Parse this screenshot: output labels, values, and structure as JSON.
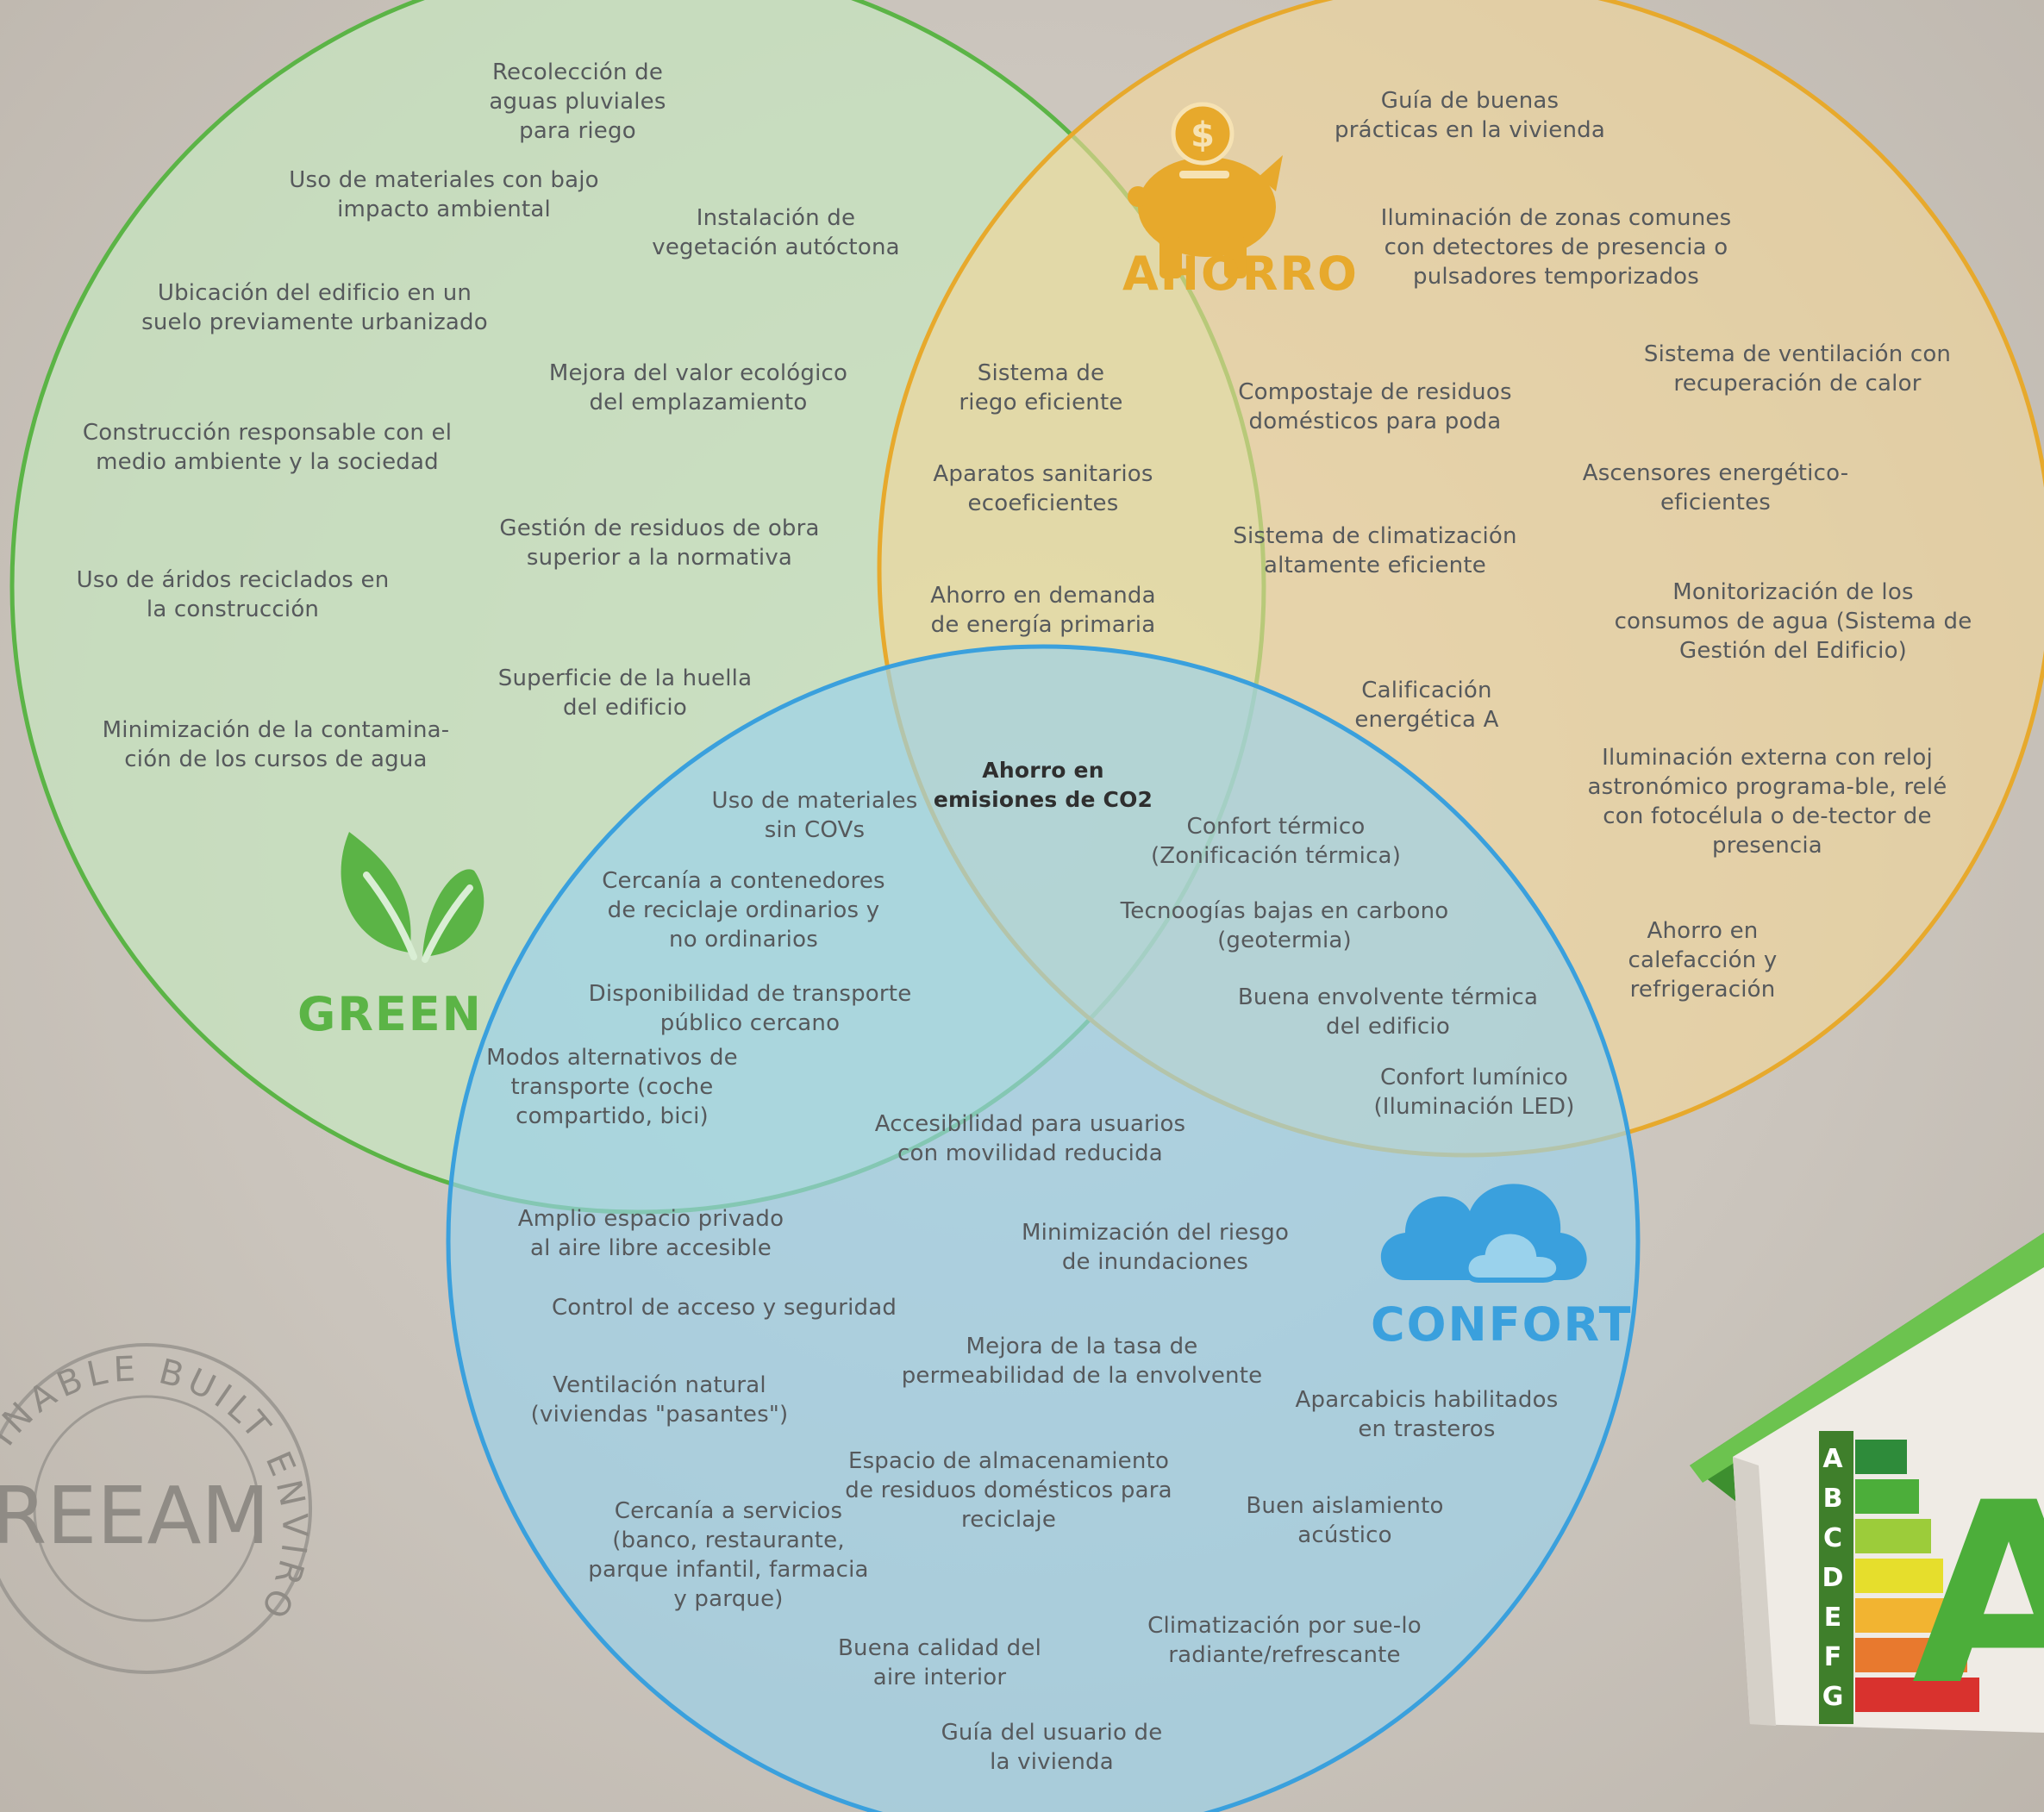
{
  "colors": {
    "green": "#5bb446",
    "ahorro": "#e7a92c",
    "confort": "#3aa0dd",
    "background": "#cbc5bd"
  },
  "categories": {
    "green": "GREEN",
    "ahorro": "AHORRO",
    "confort": "CONFORT"
  },
  "icons": {
    "green": "leaf-icon",
    "ahorro": "piggy-bank-icon",
    "confort": "cloud-icon",
    "breeam": "breeam-seal",
    "energy": "energy-rating-house-icon"
  },
  "breeam": {
    "ring": "INABLE BUILT ENVIRONMENT",
    "name": "BREEAM"
  },
  "energy_label": {
    "letters": [
      "A",
      "B",
      "C",
      "D",
      "E",
      "F",
      "G"
    ],
    "big": "A"
  },
  "green_only": [
    "Recolección de aguas pluviales para riego",
    "Uso de materiales con bajo impacto ambiental",
    "Instalación de vegetación autóctona",
    "Ubicación del edificio en un suelo previamente urbanizado",
    "Mejora del valor ecológico del emplazamiento",
    "Construcción responsable con el medio ambiente y la sociedad",
    "Gestión de residuos de obra superior a la normativa",
    "Uso de áridos reciclados en la construcción",
    "Superficie de la huella del edificio",
    "Minimización de la contamina-ción de los cursos de agua"
  ],
  "green_ahorro": [
    "Sistema de riego eficiente",
    "Aparatos sanitarios ecoeficientes",
    "Ahorro en demanda de energía primaria"
  ],
  "ahorro_only": [
    "Guía de buenas prácticas en la vivienda",
    "Iluminación de zonas comunes con detectores de presencia o pulsadores temporizados",
    "Sistema de ventilación con recuperación de calor",
    "Compostaje de residuos domésticos para poda",
    "Ascensores energético-eficientes",
    "Sistema de climatización altamente eficiente",
    "Monitorización de los consumos de agua (Sistema de Gestión del Edificio)",
    "Calificación energética A",
    "Iluminación externa con reloj astronómico programa-ble, relé con fotocélula o de-tector de presencia",
    "Ahorro en calefacción y refrigeración"
  ],
  "all_three": [
    "Ahorro en emisiones de CO2"
  ],
  "green_confort": [
    "Uso de materiales sin COVs",
    "Cercanía a contenedores de reciclaje ordinarios y no ordinarios",
    "Disponibilidad de transporte público cercano",
    "Modos alternativos de transporte (coche compartido, bici)"
  ],
  "ahorro_confort": [
    "Confort térmico (Zonificación térmica)",
    "Tecnoogías bajas en carbono (geotermia)",
    "Buena envolvente térmica del edificio",
    "Confort lumínico (Iluminación LED)"
  ],
  "confort_only": [
    "Accesibilidad para usuarios con movilidad reducida",
    "Amplio espacio privado al aire libre accesible",
    "Minimización del riesgo de inundaciones",
    "Control de acceso y seguridad",
    "Mejora de la tasa de permeabilidad de la envolvente",
    "Ventilación natural (viviendas \"pasantes\")",
    "Aparcabicis habilitados en trasteros",
    "Espacio de almacenamiento de residuos domésticos para reciclaje",
    "Cercanía a servicios (banco, restaurante, parque infantil, farmacia y parque)",
    "Buen aislamiento acústico",
    "Climatización por sue-lo radiante/refrescante",
    "Buena calidad del aire interior",
    "Guía del usuario de la vivienda"
  ]
}
